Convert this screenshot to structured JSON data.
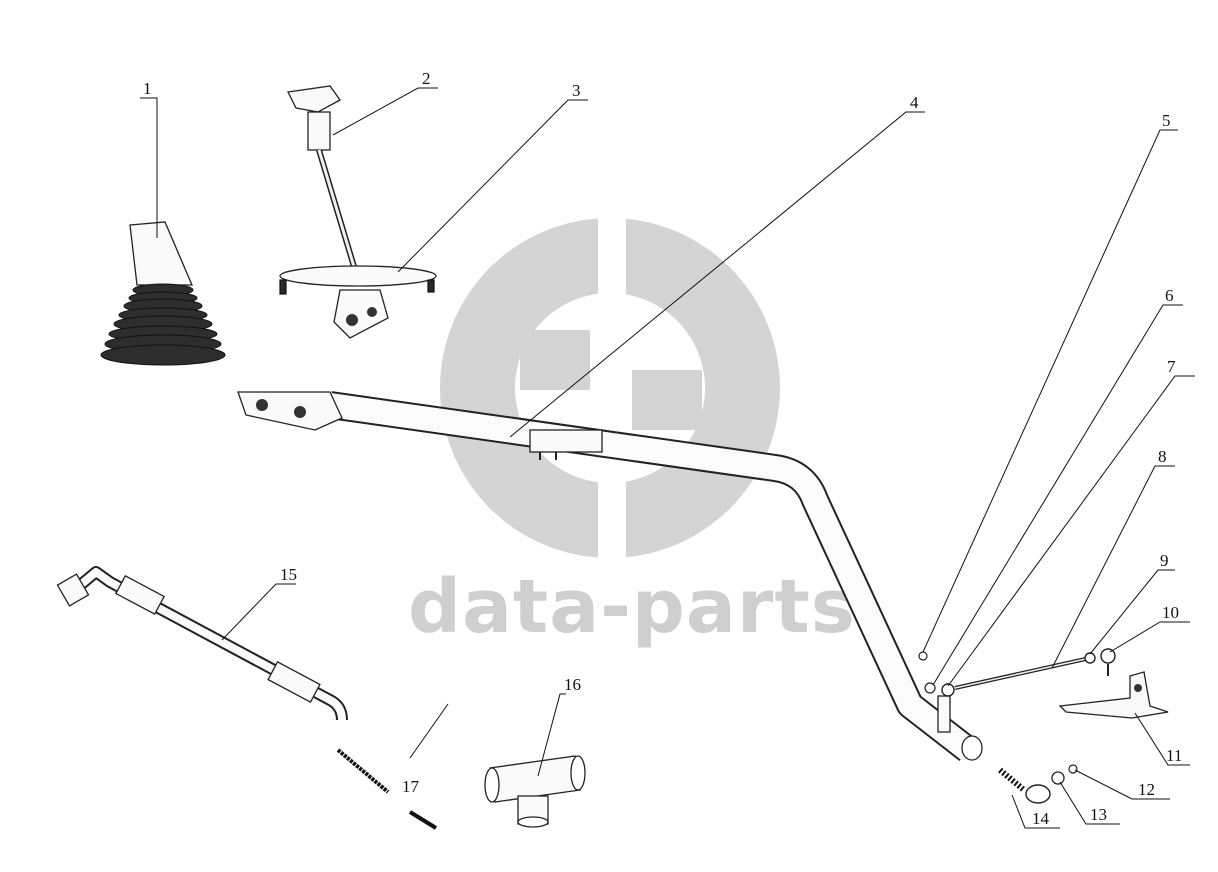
{
  "watermark": {
    "text": "data-parts",
    "color": "#cfcfcf"
  },
  "parts": [
    {
      "id": "1"
    },
    {
      "id": "2"
    },
    {
      "id": "3"
    },
    {
      "id": "4"
    },
    {
      "id": "5"
    },
    {
      "id": "6"
    },
    {
      "id": "7"
    },
    {
      "id": "8"
    },
    {
      "id": "9"
    },
    {
      "id": "10"
    },
    {
      "id": "11"
    },
    {
      "id": "12"
    },
    {
      "id": "13"
    },
    {
      "id": "14"
    },
    {
      "id": "15"
    },
    {
      "id": "16"
    },
    {
      "id": "17"
    }
  ]
}
